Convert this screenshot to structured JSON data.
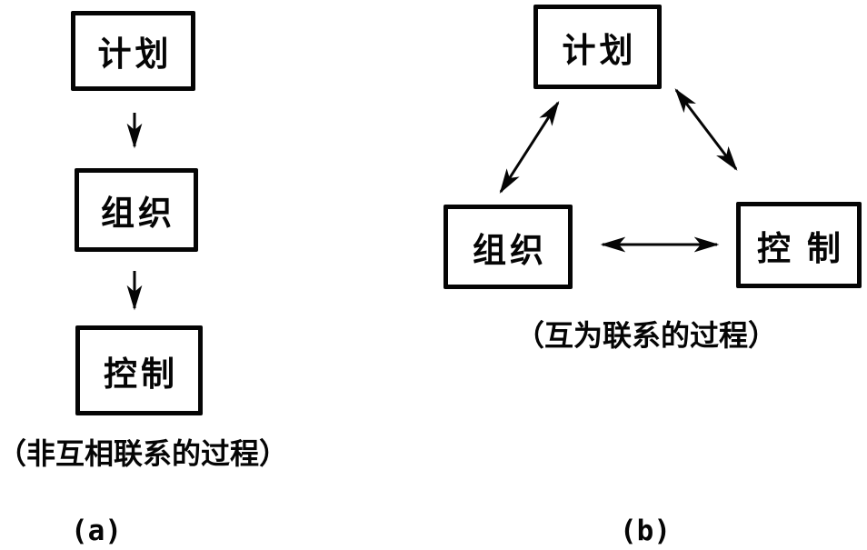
{
  "canvas": {
    "background": "#ffffff",
    "ink": "#050505"
  },
  "figure_a": {
    "figure_label": "(a)",
    "caption": "（非互相联系的过程）",
    "nodes": [
      {
        "id": "plan",
        "label": "计划"
      },
      {
        "id": "organize",
        "label": "组织"
      },
      {
        "id": "control",
        "label": "控制"
      }
    ],
    "edges": [
      {
        "from": "plan",
        "to": "organize",
        "direction": "one-way-down"
      },
      {
        "from": "organize",
        "to": "control",
        "direction": "one-way-down"
      }
    ]
  },
  "figure_b": {
    "figure_label": "(b)",
    "caption": "（互为联系的过程）",
    "nodes": [
      {
        "id": "plan",
        "label": "计划"
      },
      {
        "id": "organize",
        "label": "组织"
      },
      {
        "id": "control",
        "label": "控制"
      }
    ],
    "edges": [
      {
        "from": "plan",
        "to": "organize",
        "direction": "two-way"
      },
      {
        "from": "plan",
        "to": "control",
        "direction": "two-way"
      },
      {
        "from": "organize",
        "to": "control",
        "direction": "two-way"
      }
    ]
  }
}
